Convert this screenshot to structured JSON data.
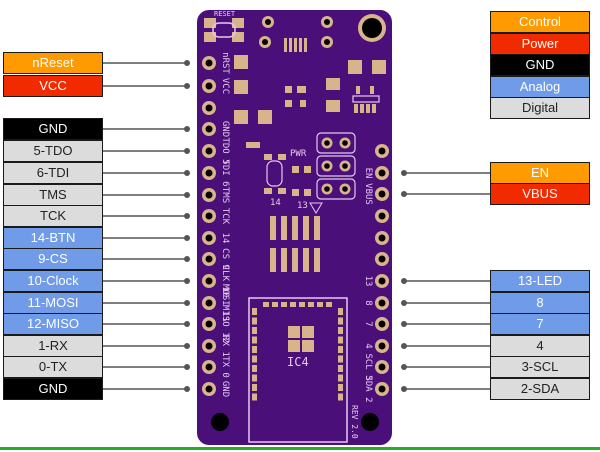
{
  "legend": [
    {
      "label": "Control",
      "category": "control"
    },
    {
      "label": "Power",
      "category": "power"
    },
    {
      "label": "GND",
      "category": "gnd"
    },
    {
      "label": "Analog",
      "category": "analog"
    },
    {
      "label": "Digital",
      "category": "digital"
    }
  ],
  "colors": {
    "control": {
      "bg": "#ff9a00",
      "fg": "#ffffff"
    },
    "power": {
      "bg": "#f22a00",
      "fg": "#ffffff"
    },
    "gnd": {
      "bg": "#000000",
      "fg": "#ffffff"
    },
    "analog": {
      "bg": "#6f9be8",
      "fg": "#ffffff"
    },
    "digital": {
      "bg": "#dcdcdc",
      "fg": "#222222"
    },
    "board": "#4b0f7a",
    "pad": "#d9b48a",
    "silkscreen": "#e7c8f0",
    "line": "#333333",
    "rule": "#22b022"
  },
  "left_pins": [
    {
      "label": "nReset",
      "category": "control",
      "silk": "nRST"
    },
    {
      "label": "VCC",
      "category": "power",
      "silk": "VCC"
    },
    {
      "label": "",
      "category": "",
      "silk": ""
    },
    {
      "label": "GND",
      "category": "gnd",
      "silk": "GND"
    },
    {
      "label": "5-TDO",
      "category": "digital",
      "silk": "TDO 5"
    },
    {
      "label": "6-TDI",
      "category": "digital",
      "silk": "TDI 6"
    },
    {
      "label": "TMS",
      "category": "digital",
      "silk": "TMS"
    },
    {
      "label": "TCK",
      "category": "digital",
      "silk": "TCK"
    },
    {
      "label": "14-BTN",
      "category": "analog",
      "silk": "14"
    },
    {
      "label": "9-CS",
      "category": "analog",
      "silk": "CS 9"
    },
    {
      "label": "10-Clock",
      "category": "analog",
      "silk": "CLK 10"
    },
    {
      "label": "11-MOSI",
      "category": "analog",
      "silk": "MOSI 11"
    },
    {
      "label": "12-MISO",
      "category": "analog",
      "silk": "MISO 12"
    },
    {
      "label": "1-RX",
      "category": "digital",
      "silk": "RX 1"
    },
    {
      "label": "0-TX",
      "category": "digital",
      "silk": "TX 0"
    },
    {
      "label": "GND",
      "category": "gnd",
      "silk": "GND"
    }
  ],
  "right_pins": [
    {
      "label": "",
      "category": "",
      "silk": ""
    },
    {
      "label": "EN",
      "category": "control",
      "silk": "EN"
    },
    {
      "label": "VBUS",
      "category": "power",
      "silk": "VBUS"
    },
    {
      "label": "",
      "category": "",
      "silk": ""
    },
    {
      "label": "",
      "category": "",
      "silk": ""
    },
    {
      "label": "",
      "category": "",
      "silk": ""
    },
    {
      "label": "13-LED",
      "category": "analog",
      "silk": "13"
    },
    {
      "label": "8",
      "category": "analog",
      "silk": "8"
    },
    {
      "label": "7",
      "category": "analog",
      "silk": "7"
    },
    {
      "label": "4",
      "category": "digital",
      "silk": "4"
    },
    {
      "label": "3-SCL",
      "category": "digital",
      "silk": "SCL 3"
    },
    {
      "label": "2-SDA",
      "category": "digital",
      "silk": "SDA 2"
    }
  ],
  "board_text": {
    "reset": "RESET",
    "pwr": "PWR",
    "led14": "14",
    "led13": "13",
    "ic": "IC4",
    "rev": "REV 2.0"
  }
}
